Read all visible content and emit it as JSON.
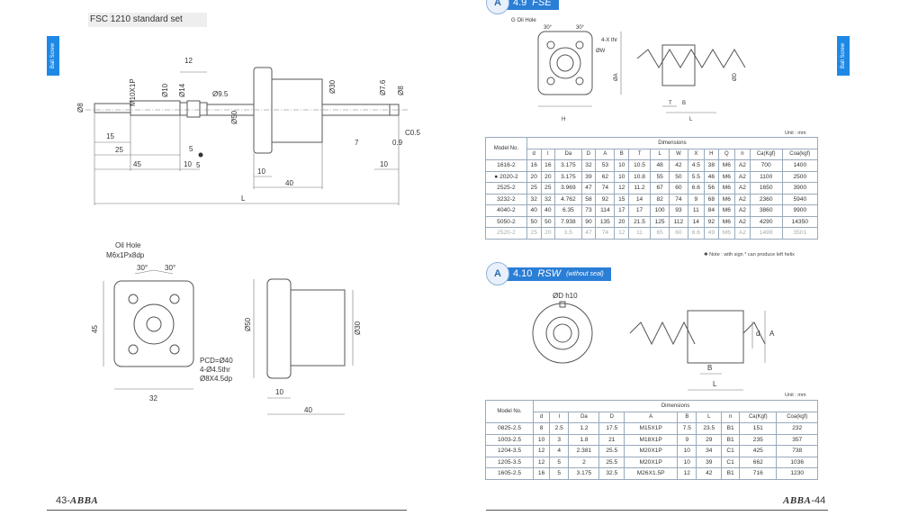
{
  "left_page": {
    "title": "FSC  1210 standard set",
    "side_tab": "Ball Screw",
    "footer": {
      "number": "43-",
      "brand": "ABBA"
    },
    "shaft_dims": {
      "d_end": "Ø8",
      "thread": "M10X1P",
      "d_mid": "Ø10",
      "d_bearing": "Ø14",
      "d_hole": "Ø9.5",
      "d_body": "Ø50",
      "d_nut": "Ø30",
      "d_end2": "Ø7.6",
      "d_end3": "Ø8",
      "w_12": "12",
      "len_15": "15",
      "len_25": "25",
      "len_45": "45",
      "len_10a": "10",
      "len_5a": "5",
      "len_5b": "5",
      "len_10b": "10",
      "len_40": "40",
      "len_7": "7",
      "len_0_9": "0.9",
      "len_10c": "10",
      "chamfer": "C0.5",
      "total": "L"
    },
    "front_view": {
      "oil_hole": "Oil Hole",
      "oil_spec": "M6x1Px8dp",
      "angle1": "30°",
      "angle2": "30°",
      "height": "45",
      "width": "32",
      "pcd": "PCD=Ø40",
      "holes1": "4-Ø4.5thr",
      "holes2": "Ø8X4.5dp"
    },
    "side_view": {
      "d_flange": "Ø50",
      "d_nut": "Ø30",
      "len_10": "10",
      "len_40": "40"
    }
  },
  "right_page": {
    "side_tab": "Ball Screw",
    "footer": {
      "brand": "ABBA",
      "number": "-44"
    },
    "fse": {
      "badge": "A",
      "code": "4.9",
      "name": "FSE",
      "drawing_labels": {
        "oil": "G Oil Hole",
        "a1": "30°",
        "a2": "30°",
        "holes": "4-X thr",
        "dw": "ØW",
        "da": "ØA",
        "dd": "ØD",
        "h": "H",
        "t": "T",
        "b": "B",
        "l": "L"
      },
      "unit": "Unit : mm",
      "headers": [
        "Model No.",
        "d",
        "l",
        "Da",
        "D",
        "A",
        "B",
        "T",
        "L",
        "W",
        "X",
        "H",
        "Q",
        "n",
        "Ca(Kgf)",
        "Coa(kgf)"
      ],
      "dimensions_label": "Dimensions",
      "rows": [
        [
          "1616-2",
          "16",
          "16",
          "3.175",
          "32",
          "53",
          "10",
          "10.5",
          "48",
          "42",
          "4.5",
          "38",
          "M6",
          "A2",
          "700",
          "1400"
        ],
        [
          "● 2020-2",
          "20",
          "20",
          "3.175",
          "39",
          "62",
          "10",
          "10.8",
          "55",
          "50",
          "5.5",
          "46",
          "M6",
          "A2",
          "1100",
          "2500"
        ],
        [
          "2525-2",
          "25",
          "25",
          "3.969",
          "47",
          "74",
          "12",
          "11.2",
          "67",
          "60",
          "6.6",
          "56",
          "M6",
          "A2",
          "1650",
          "3900"
        ],
        [
          "3232-2",
          "32",
          "32",
          "4.762",
          "58",
          "92",
          "15",
          "14",
          "82",
          "74",
          "9",
          "68",
          "M6",
          "A2",
          "2360",
          "5940"
        ],
        [
          "4040-2",
          "40",
          "40",
          "6.35",
          "73",
          "114",
          "17",
          "17",
          "100",
          "93",
          "11",
          "84",
          "M6",
          "A2",
          "3860",
          "9900"
        ],
        [
          "5050-2",
          "50",
          "50",
          "7.938",
          "90",
          "135",
          "20",
          "21.5",
          "125",
          "112",
          "14",
          "92",
          "M6",
          "A2",
          "4290",
          "14350"
        ],
        [
          "2520-2",
          "25",
          "20",
          "3.5",
          "47",
          "74",
          "12",
          "11",
          "65",
          "60",
          "6.6",
          "49",
          "M6",
          "A2",
          "1498",
          "3501"
        ]
      ],
      "note": "✱ Note : with sign * can produce left helix"
    },
    "rsw": {
      "badge": "A",
      "code": "4.10",
      "name": "RSW",
      "sub": "(without seal)",
      "drawing_labels": {
        "od": "ØD h10",
        "d": "d",
        "a": "A",
        "b": "B",
        "l": "L"
      },
      "unit": "Unit : mm",
      "headers": [
        "Model No.",
        "d",
        "l",
        "Da",
        "D",
        "A",
        "B",
        "L",
        "n",
        "Ca(Kgf)",
        "Coa(kgf)"
      ],
      "dimensions_label": "Dimensions",
      "rows": [
        [
          "0825-2.5",
          "8",
          "2.5",
          "1.2",
          "17.5",
          "M15X1P",
          "7.5",
          "23.5",
          "B1",
          "151",
          "232"
        ],
        [
          "1003-2.5",
          "10",
          "3",
          "1.8",
          "21",
          "M18X1P",
          "9",
          "29",
          "B1",
          "235",
          "357"
        ],
        [
          "1204-3.5",
          "12",
          "4",
          "2.381",
          "25.5",
          "M20X1P",
          "10",
          "34",
          "C1",
          "425",
          "738"
        ],
        [
          "1205-3.5",
          "12",
          "5",
          "2",
          "25.5",
          "M20X1P",
          "10",
          "39",
          "C1",
          "662",
          "1036"
        ],
        [
          "1605-2.5",
          "16",
          "5",
          "3.175",
          "32.5",
          "M26X1.5P",
          "12",
          "42",
          "B1",
          "716",
          "1230"
        ]
      ]
    }
  }
}
